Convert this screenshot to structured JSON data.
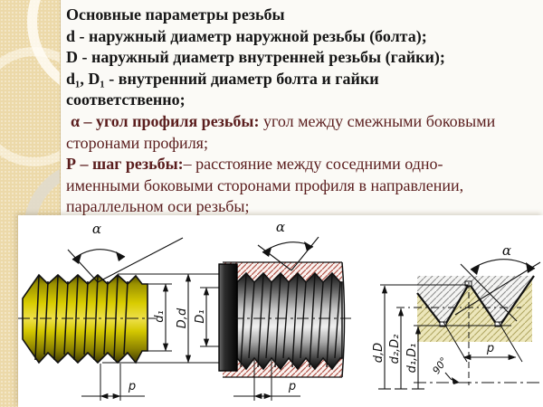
{
  "slide": {
    "definitions_black": [
      "Основные параметры резьбы",
      "d - наружный диаметр наружной резьбы (болта);",
      "D - наружный диаметр внутренней резьбы (гайки);",
      "d₁, D₁ - внутренний диаметр болта и гайки",
      "соответственно;"
    ],
    "alpha_def": {
      "bold": "α – угол профиля резьбы:",
      "rest": " угол между смежными боковыми",
      "line2": "сторонами профиля;"
    },
    "pitch_def": {
      "bold": "Р – шаг резьбы:",
      "rest": "– расстояние между соседними одно-",
      "line2": "именными боковыми сторонами профиля в направлении,",
      "line3": "параллельном оси резьбы;"
    }
  },
  "diagram": {
    "labels": {
      "alpha": "α",
      "p": "p",
      "d1": "d₁",
      "Dd": "D,d",
      "D1": "D₁",
      "dD": "d,D",
      "d2D2": "d₂,D₂",
      "d1D1": "d₁,D₁",
      "deg90": "90°"
    }
  },
  "colors": {
    "band": "#ecd9a9",
    "text_black": "#161616",
    "text_maroon": "#5a1d1d",
    "bolt_yellow": "#d8cc00",
    "hatch_red": "#b2544a"
  }
}
